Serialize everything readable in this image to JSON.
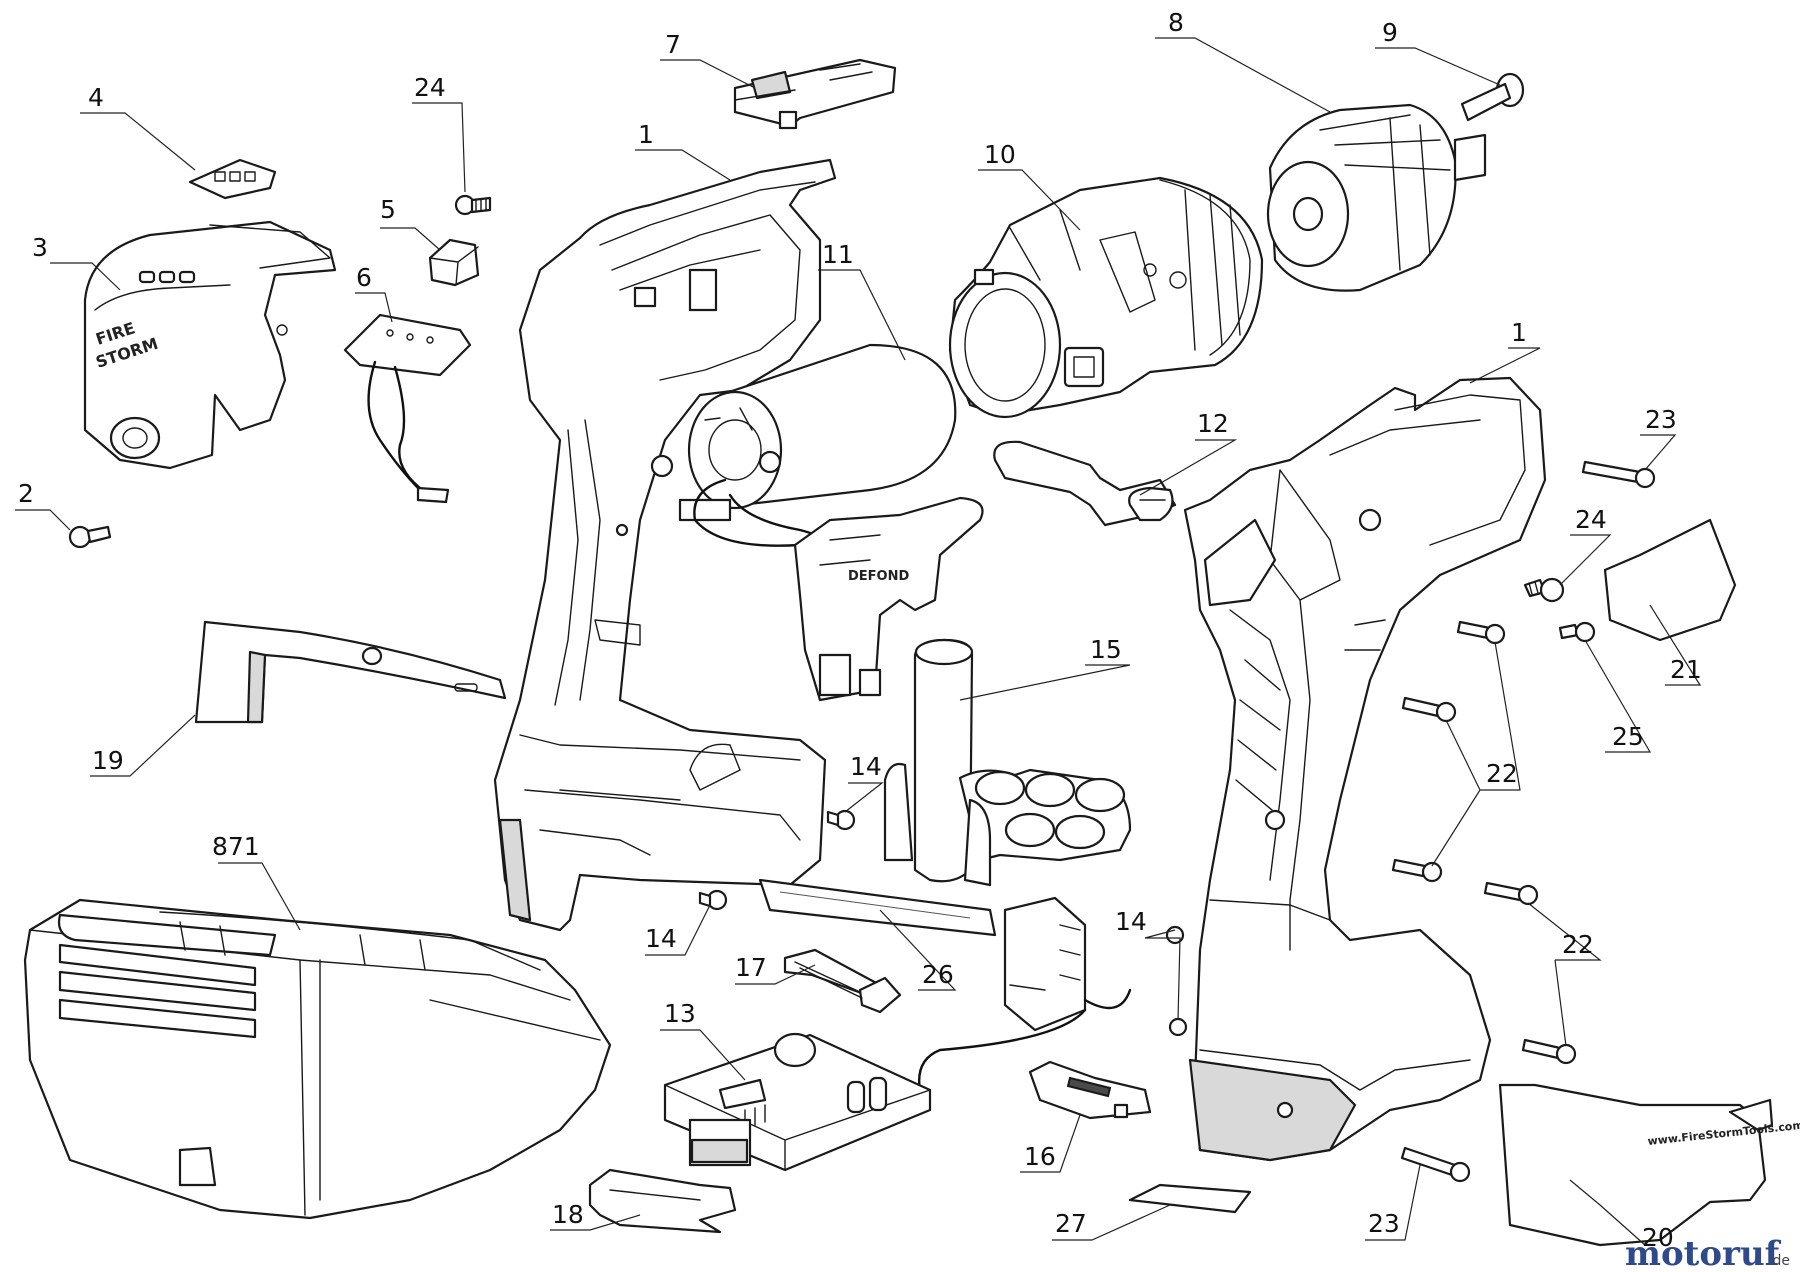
{
  "parts": [
    {
      "num": "1"
    },
    {
      "num": "1"
    },
    {
      "num": "2"
    },
    {
      "num": "3"
    },
    {
      "num": "4"
    },
    {
      "num": "5"
    },
    {
      "num": "6"
    },
    {
      "num": "7"
    },
    {
      "num": "8"
    },
    {
      "num": "9"
    },
    {
      "num": "10"
    },
    {
      "num": "11"
    },
    {
      "num": "12"
    },
    {
      "num": "13"
    },
    {
      "num": "14"
    },
    {
      "num": "14"
    },
    {
      "num": "14"
    },
    {
      "num": "15"
    },
    {
      "num": "16"
    },
    {
      "num": "17"
    },
    {
      "num": "18"
    },
    {
      "num": "19"
    },
    {
      "num": "20"
    },
    {
      "num": "21"
    },
    {
      "num": "22"
    },
    {
      "num": "22"
    },
    {
      "num": "23"
    },
    {
      "num": "23"
    },
    {
      "num": "24"
    },
    {
      "num": "24"
    },
    {
      "num": "25"
    },
    {
      "num": "26"
    },
    {
      "num": "27"
    },
    {
      "num": "871"
    }
  ],
  "printed_text": {
    "cover_logo_line1": "FIRE",
    "cover_logo_line2": "STORM",
    "switch_brand": "DEFOND",
    "base_url": "www.FireStormTools.com"
  },
  "watermark": {
    "name": "motoruf",
    "tld": ".de"
  },
  "colors": {
    "line": "#1a1a1a",
    "watermark": "#2f4a8a"
  }
}
